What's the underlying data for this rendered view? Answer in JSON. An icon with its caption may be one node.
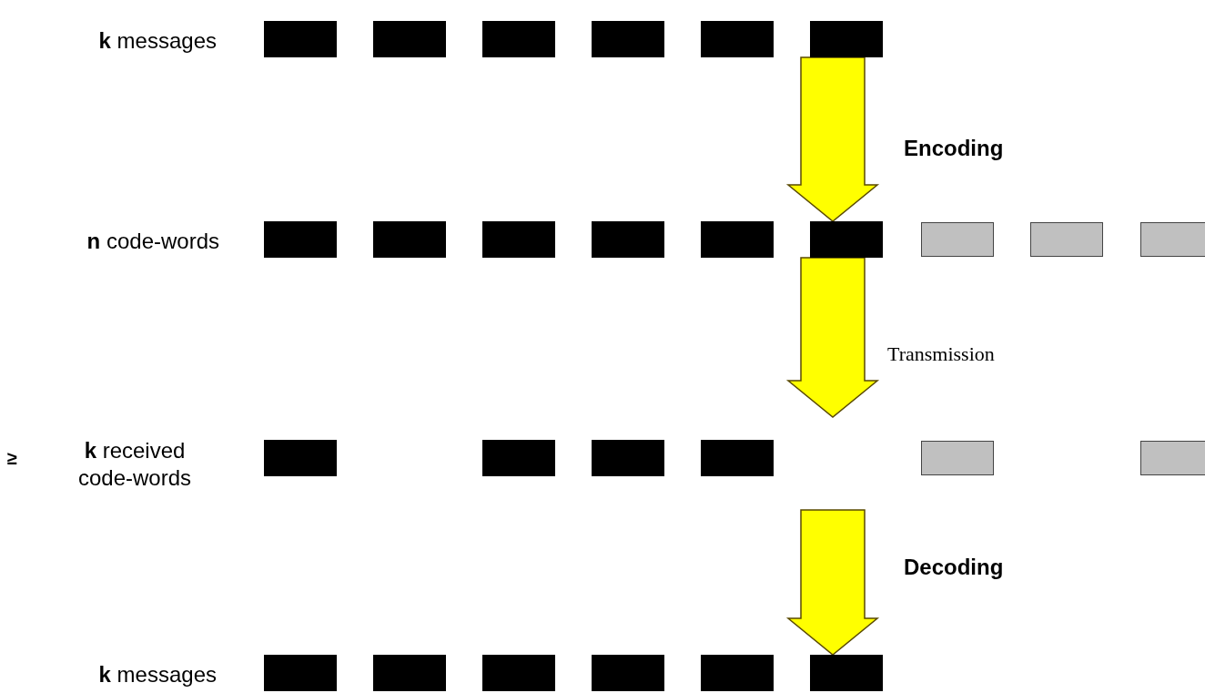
{
  "diagram": {
    "nodes": [
      {
        "text": [],
        "shape": "box"
      },
      {
        "text": [],
        "shape": "box"
      },
      {
        "text": [],
        "shape": "box"
      },
      {
        "text": [],
        "shape": "box"
      },
      {
        "text": [],
        "shape": "box"
      },
      {
        "text": [],
        "shape": "box"
      },
      {
        "text": [],
        "shape": "box"
      },
      {
        "text": [],
        "shape": "box"
      },
      {
        "text": [],
        "shape": "box"
      },
      {
        "text": [],
        "shape": "box"
      },
      {
        "text": [],
        "shape": "box"
      },
      {
        "text": [],
        "shape": "box"
      },
      {
        "text": [],
        "shape": "box"
      },
      {
        "text": [],
        "shape": "box"
      },
      {
        "text": [],
        "shape": "box"
      },
      {
        "text": [],
        "shape": "box"
      },
      {
        "text": [],
        "shape": "box"
      },
      {
        "text": [],
        "shape": "box"
      },
      {
        "text": [],
        "shape": "box"
      },
      {
        "text": [],
        "shape": "box"
      },
      {
        "text": [],
        "shape": "box"
      },
      {
        "text": [],
        "shape": "box"
      },
      {
        "text": [],
        "shape": "box"
      },
      {
        "text": [],
        "shape": "box"
      },
      {
        "text": [],
        "shape": "box"
      },
      {
        "text": [],
        "shape": "box"
      },
      {
        "text": [],
        "shape": "box"
      }
    ],
    "edges": [
      {
        "from": 5,
        "to": 11,
        "arrow": "to",
        "label": "Encoding",
        "style": "thick",
        "color": "#ffff00"
      },
      {
        "from": 11,
        "to": null,
        "arrow": "to",
        "label": "Transmission",
        "style": "thick",
        "color": "#ffff00"
      },
      {
        "from": null,
        "to": 26,
        "arrow": "to",
        "label": "Decoding",
        "style": "thick",
        "color": "#ffff00"
      }
    ],
    "labels": [
      "**k** messages",
      "**n** code-words",
      "≥",
      "**k** received code-words",
      "**k** messages"
    ]
  }
}
